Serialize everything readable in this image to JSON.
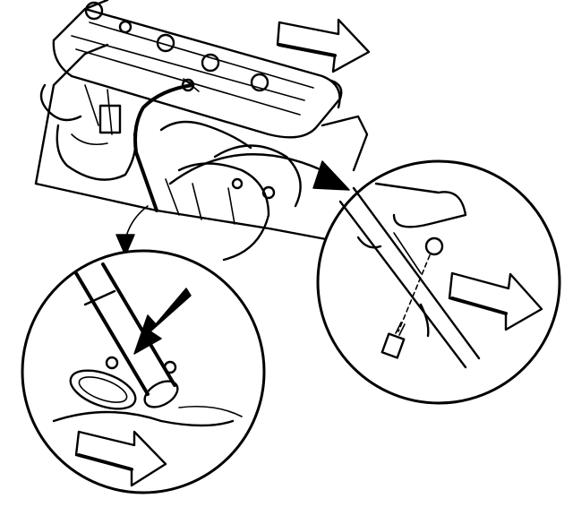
{
  "figure": {
    "kind": "technical-illustration",
    "subject": "engine-cylinder-head-tube-removal",
    "colors": {
      "ink": "#000000",
      "paper": "#ffffff"
    },
    "direction_arrows": [
      "right",
      "right",
      "right"
    ],
    "detail_views": [
      "tube-end-at-head",
      "tube-bracket-bolt"
    ],
    "motion_arrows": [
      "curved-to-detail-right",
      "curved-to-detail-left",
      "solid-pointer-down-left"
    ]
  }
}
